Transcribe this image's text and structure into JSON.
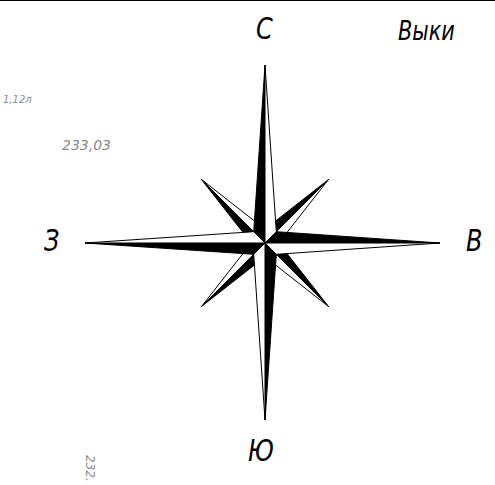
{
  "diagram": {
    "labels": [
      "С",
      "З",
      "В",
      "Ю",
      "Выки",
      "233,03",
      "1,12л",
      "232."
    ]
  }
}
